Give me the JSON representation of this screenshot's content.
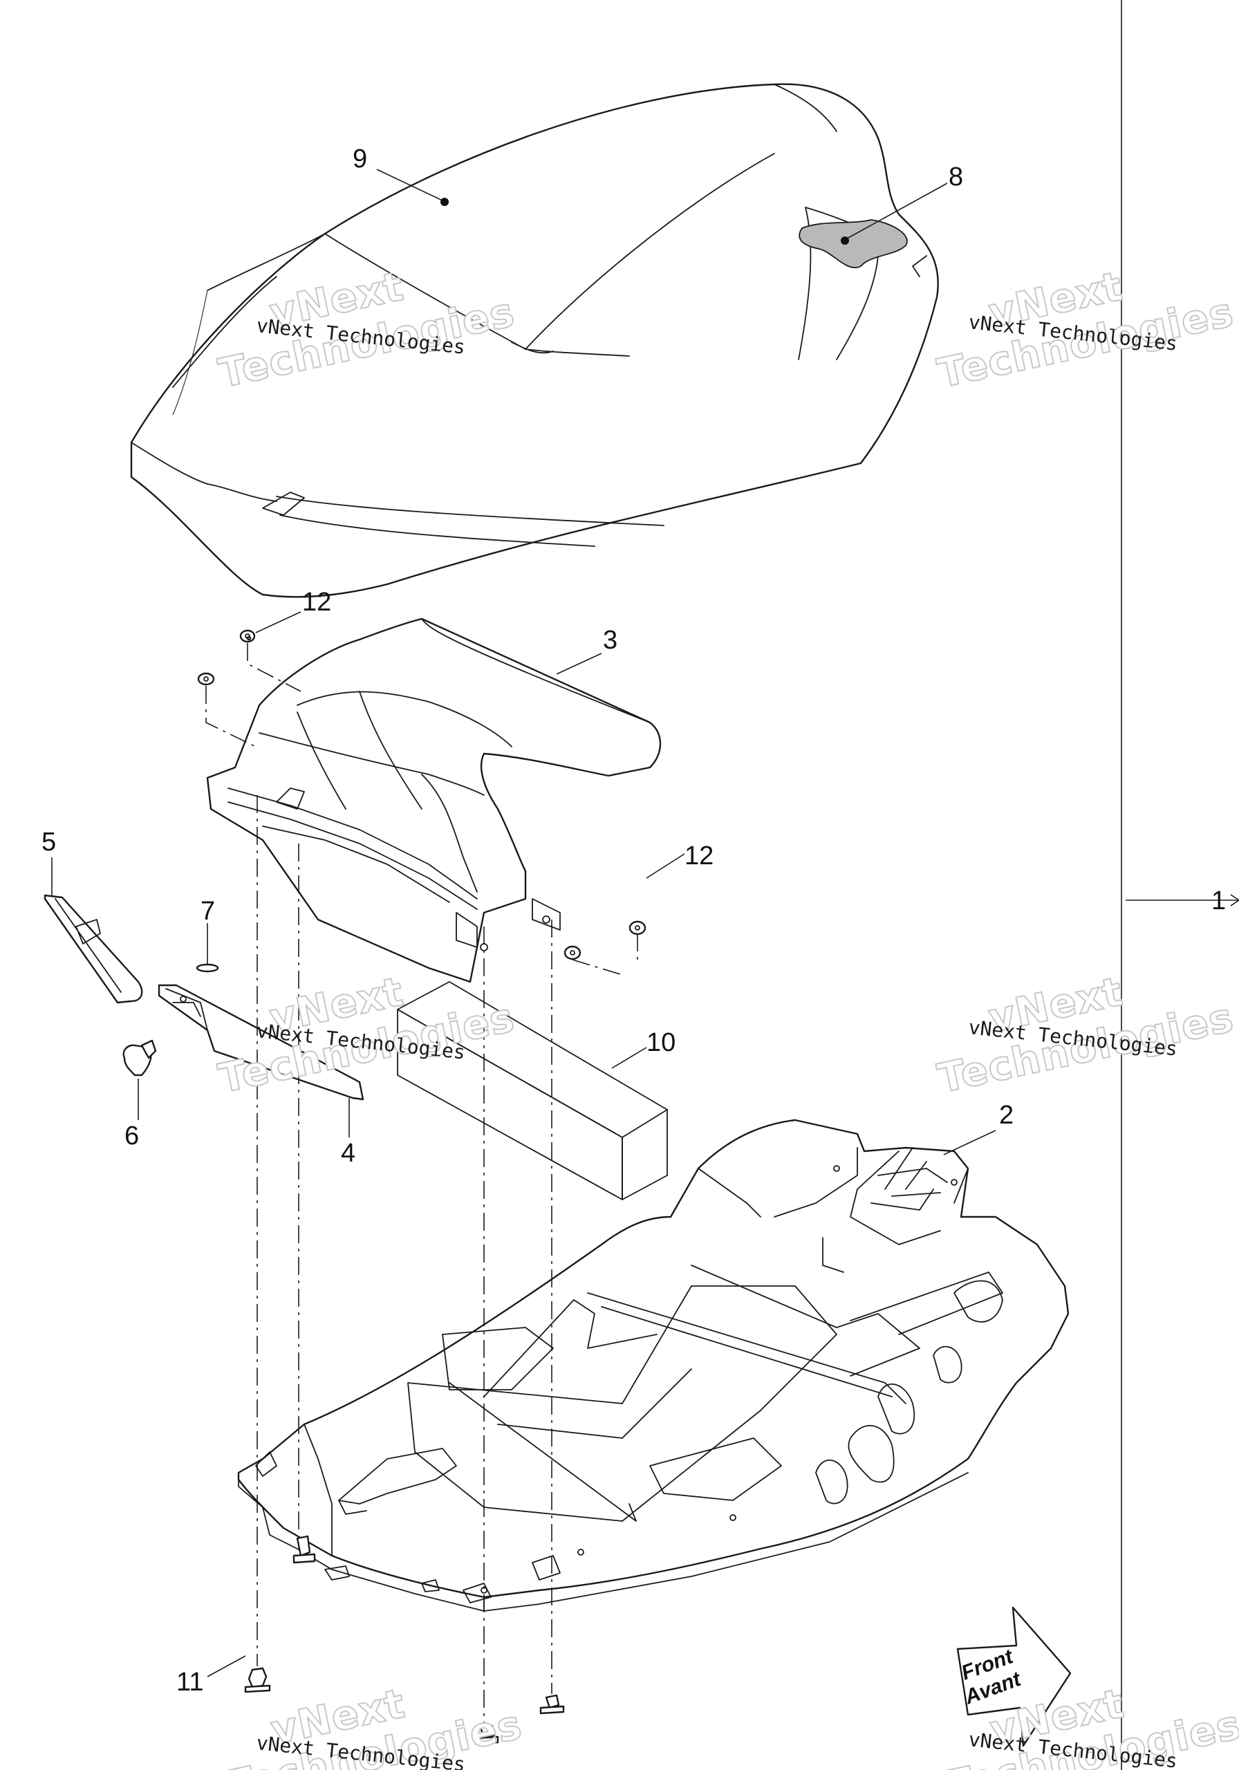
{
  "watermark": {
    "line1": "vNext",
    "line2": "Technologies",
    "small": "vNext Technologies"
  },
  "callouts": {
    "c1": "1",
    "c2": "2",
    "c3": "3",
    "c4": "4",
    "c5": "5",
    "c6": "6",
    "c7": "7",
    "c8": "8",
    "c9": "9",
    "c10": "10",
    "c11": "11",
    "c12a": "12",
    "c12b": "12"
  },
  "front_arrow": {
    "line1": "Front",
    "line2": "Avant"
  }
}
